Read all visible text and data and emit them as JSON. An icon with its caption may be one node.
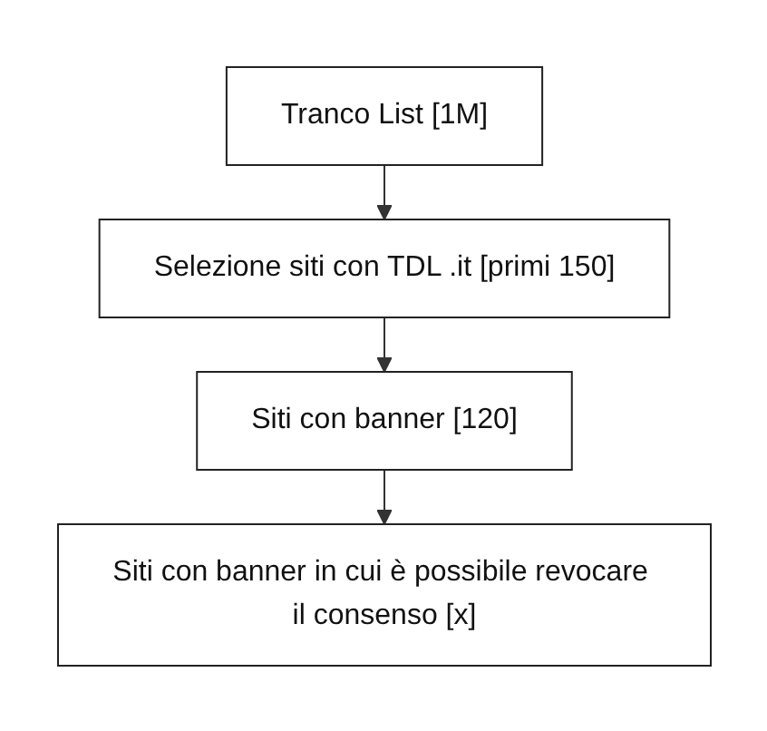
{
  "diagram": {
    "nodes": [
      {
        "text": [
          "Tranco List  [1M]"
        ]
      },
      {
        "text": [
          "Selezione siti con TDL .it [primi 150]"
        ]
      },
      {
        "text": [
          "Siti con banner [120]"
        ]
      },
      {
        "text": [
          "Siti con banner in cui è possibile revocare il consenso [x]"
        ]
      }
    ],
    "edges": [
      {
        "from": 0,
        "to": 1,
        "arrow": "to"
      },
      {
        "from": 1,
        "to": 2,
        "arrow": "to"
      },
      {
        "from": 2,
        "to": 3,
        "arrow": "to"
      }
    ]
  }
}
